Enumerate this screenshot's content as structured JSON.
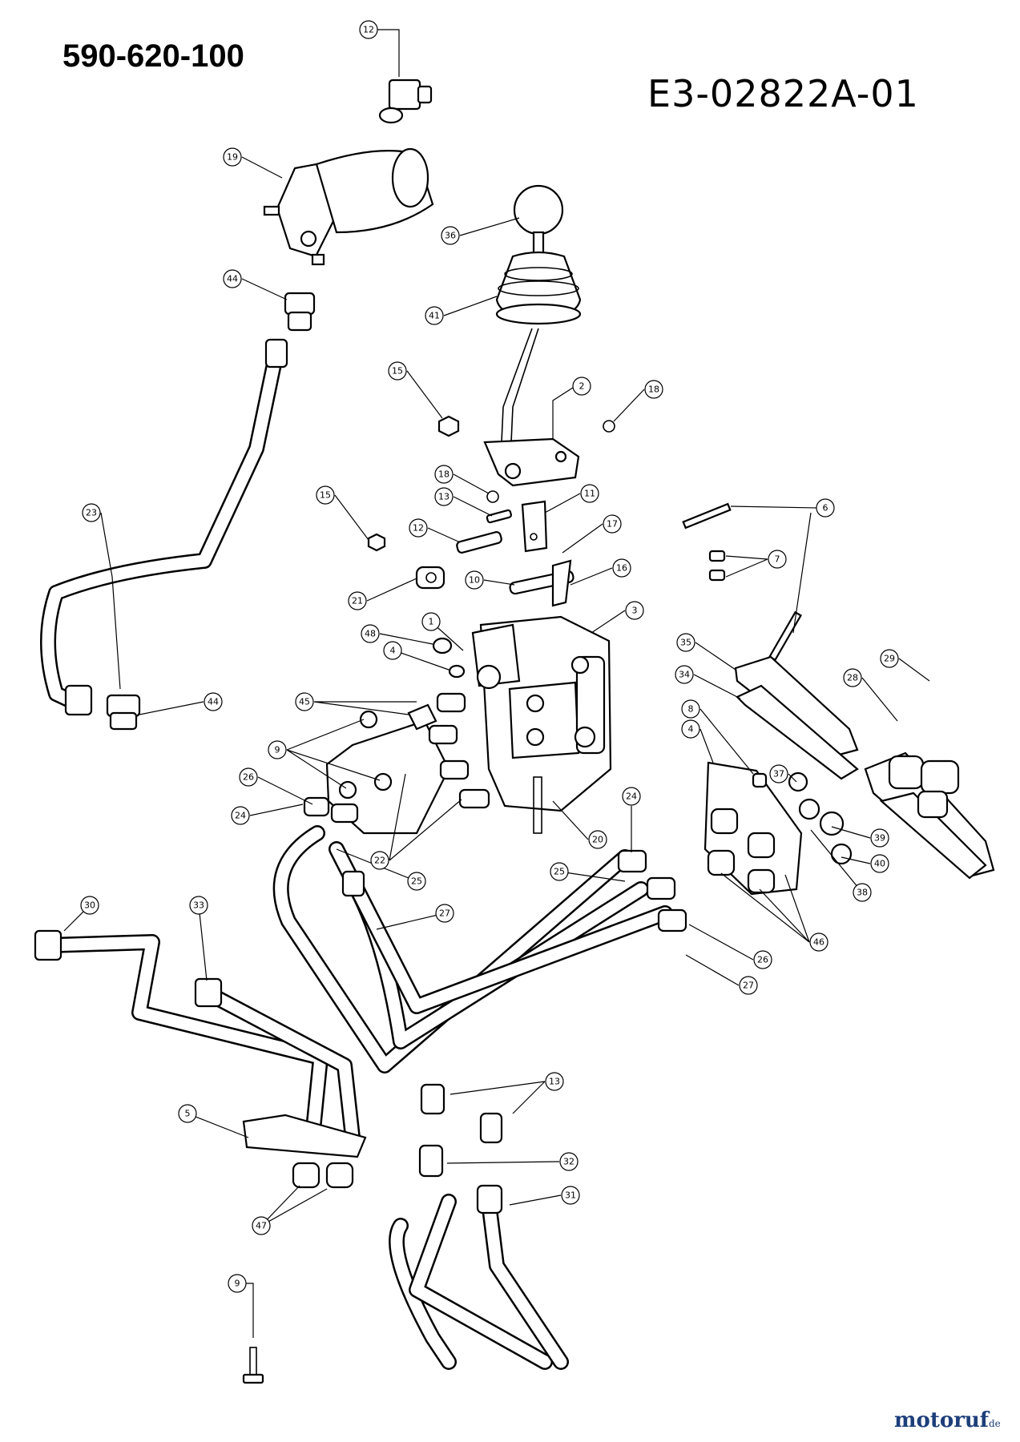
{
  "header": {
    "model_code": "590-620-100",
    "drawing_number": "E3-02822A-01"
  },
  "brand": {
    "name": "motoruf",
    "tld": "de"
  },
  "callouts": [
    {
      "label": "12"
    },
    {
      "label": "19"
    },
    {
      "label": "36"
    },
    {
      "label": "44"
    },
    {
      "label": "41"
    },
    {
      "label": "15"
    },
    {
      "label": "2"
    },
    {
      "label": "18"
    },
    {
      "label": "18"
    },
    {
      "label": "11"
    },
    {
      "label": "13"
    },
    {
      "label": "15"
    },
    {
      "label": "12"
    },
    {
      "label": "17"
    },
    {
      "label": "6"
    },
    {
      "label": "23"
    },
    {
      "label": "7"
    },
    {
      "label": "10"
    },
    {
      "label": "16"
    },
    {
      "label": "21"
    },
    {
      "label": "1"
    },
    {
      "label": "3"
    },
    {
      "label": "48"
    },
    {
      "label": "4"
    },
    {
      "label": "35"
    },
    {
      "label": "29"
    },
    {
      "label": "34"
    },
    {
      "label": "28"
    },
    {
      "label": "45"
    },
    {
      "label": "44"
    },
    {
      "label": "8"
    },
    {
      "label": "4"
    },
    {
      "label": "9"
    },
    {
      "label": "26"
    },
    {
      "label": "37"
    },
    {
      "label": "24"
    },
    {
      "label": "39"
    },
    {
      "label": "22"
    },
    {
      "label": "20"
    },
    {
      "label": "24"
    },
    {
      "label": "40"
    },
    {
      "label": "25"
    },
    {
      "label": "25"
    },
    {
      "label": "38"
    },
    {
      "label": "27"
    },
    {
      "label": "30"
    },
    {
      "label": "33"
    },
    {
      "label": "46"
    },
    {
      "label": "26"
    },
    {
      "label": "27"
    },
    {
      "label": "13"
    },
    {
      "label": "5"
    },
    {
      "label": "32"
    },
    {
      "label": "31"
    },
    {
      "label": "47"
    },
    {
      "label": "9"
    }
  ]
}
